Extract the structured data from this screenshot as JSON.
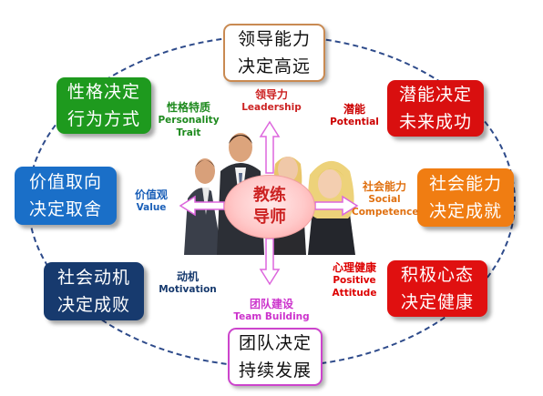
{
  "center": {
    "line1": "教练",
    "line2": "导师"
  },
  "boxes": {
    "top": {
      "line1": "领导能力",
      "line2": "决定高远",
      "fill": "#ffffff",
      "border": "#c98a52"
    },
    "upper_left": {
      "line1": "性格决定",
      "line2": "行为方式",
      "fill": "#1e9a1e"
    },
    "upper_right": {
      "line1": "潜能决定",
      "line2": "未来成功",
      "fill": "#d90f0f"
    },
    "middle_left": {
      "line1": "价值取向",
      "line2": "决定取舍",
      "fill": "#1a6fc8"
    },
    "middle_right": {
      "line1": "社会能力",
      "line2": "决定成就",
      "fill": "#f07d12"
    },
    "lower_left": {
      "line1": "社会动机",
      "line2": "决定成败",
      "fill": "#173a6e"
    },
    "lower_right": {
      "line1": "积极心态",
      "line2": "决定健康",
      "fill": "#e01010"
    },
    "bottom": {
      "line1": "团队决定",
      "line2": "持续发展",
      "fill": "#ffffff",
      "border": "#cc44cc"
    }
  },
  "labels": {
    "leadership": {
      "cn": "领导力",
      "en": "Leadership",
      "color": "#cc2222"
    },
    "personality": {
      "cn": "性格特质",
      "en1": "Personality",
      "en2": "Trait",
      "color": "#1e8a1e"
    },
    "potential": {
      "cn": "潜能",
      "en": "Potential",
      "color": "#cc0000"
    },
    "values": {
      "cn": "价值观",
      "en": "Value",
      "color": "#1a5fb8"
    },
    "social": {
      "cn": "社会能力",
      "en1": "Social",
      "en2": "Competence",
      "color": "#e07010"
    },
    "motivation": {
      "cn": "动机",
      "en": "Motivation",
      "color": "#173a6e"
    },
    "attitude": {
      "cn": "心理健康",
      "en1": "Positive",
      "en2": "Attitude",
      "color": "#dd0000"
    },
    "team": {
      "cn": "团队建设",
      "en": "Team Building",
      "color": "#cc33cc"
    }
  },
  "arrow_color": "#dd66dd",
  "ring_color": "#2d4a8a"
}
